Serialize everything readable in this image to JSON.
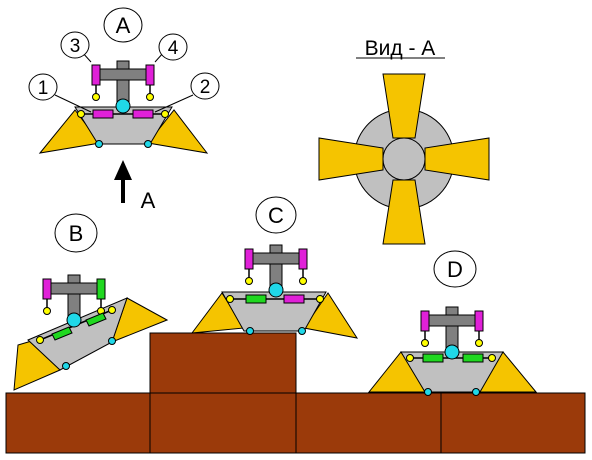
{
  "view_title": "Вид - А",
  "robot_labels": {
    "a": "A",
    "b": "B",
    "c": "C",
    "d": "D"
  },
  "part_numbers": {
    "n1": "1",
    "n2": "2",
    "n3": "3",
    "n4": "4"
  },
  "arrow_label": "A",
  "colors": {
    "brick": "#9b3a0a",
    "foot": "#f5c400",
    "body": "#c0c0c0",
    "mast": "#808080",
    "leg_vertical": "#e020d8",
    "leg_horizontal_a": "#e020d8",
    "leg_horizontal_bcd": "#20d820",
    "joint": "#ffff00",
    "hub": "#20d8e8"
  }
}
